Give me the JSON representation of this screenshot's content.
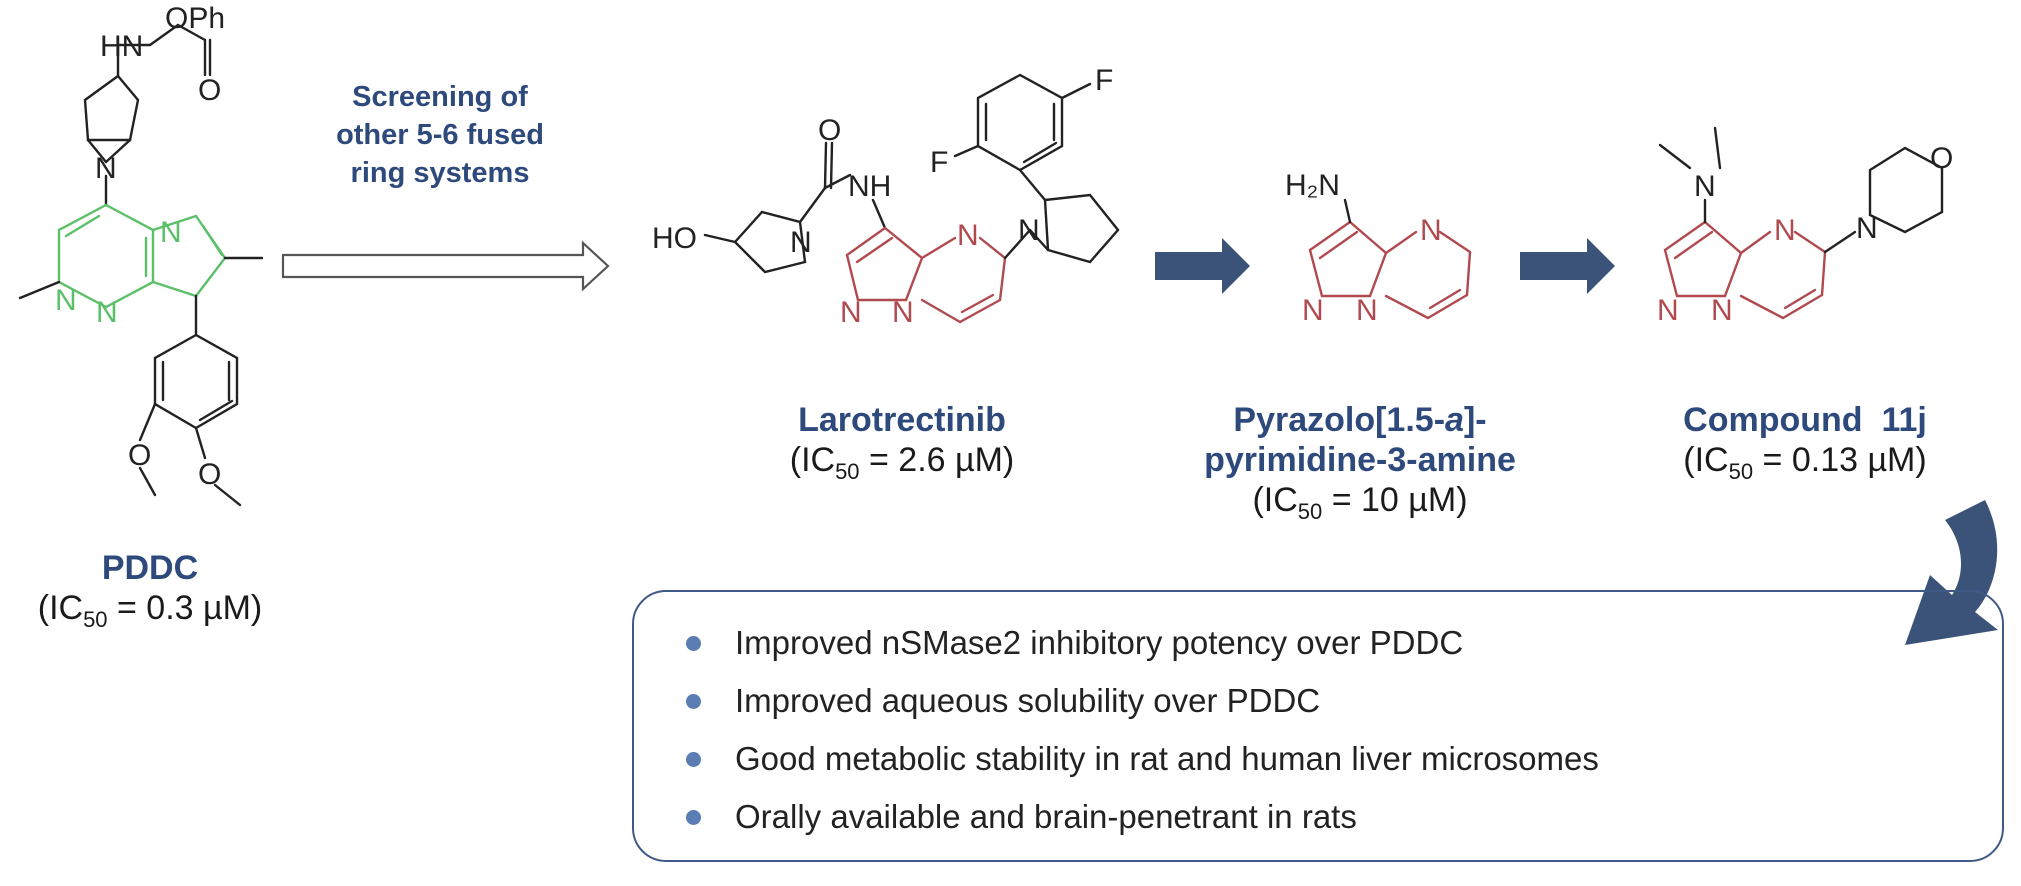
{
  "screening_text": [
    "Screening of",
    "other 5-6 fused",
    "ring systems"
  ],
  "compounds": [
    {
      "name": "PDDC",
      "ic50": "0.3 µM"
    },
    {
      "name": "Larotrectinib",
      "ic50": "2.6 µM"
    },
    {
      "name": "Pyrazolo[1.5-",
      "name_italic": "a",
      "name_end": "]-",
      "name2": "pyrimidine-3-amine",
      "ic50": "10 µM"
    },
    {
      "name": "Compound  11j",
      "ic50": "0.13 µM"
    }
  ],
  "ic50_prefix": "IC",
  "ic50_sub": "50",
  "atoms": {
    "oph": "OPh",
    "hn": "HN",
    "o": "O",
    "n": "N",
    "f": "F",
    "nh": "NH",
    "ho": "HO",
    "h2n": "H₂N"
  },
  "benefits": [
    "Improved nSMase2 inhibitory potency over PDDC",
    "Improved aqueous solubility over PDDC",
    "Good metabolic stability in rat and human liver microsomes",
    "Orally available and brain-penetrant in rats"
  ],
  "colors": {
    "name": "#2e4a7c",
    "green_core": "#5cbf6a",
    "red_core": "#b04a4f",
    "arrow": "#3b5378"
  }
}
